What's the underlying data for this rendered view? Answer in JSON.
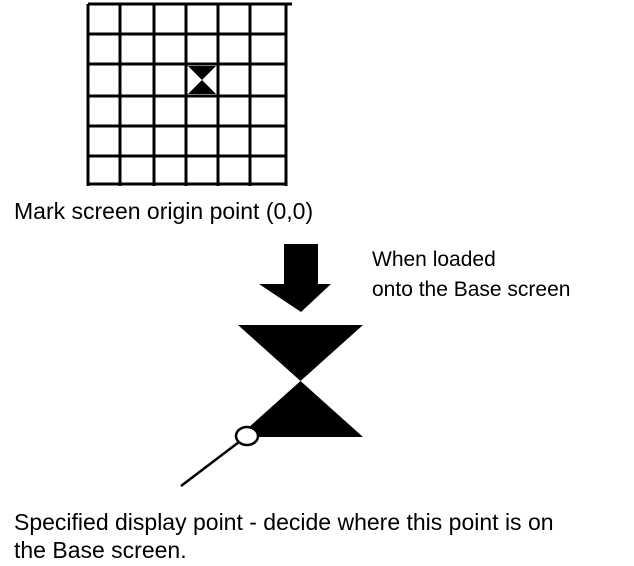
{
  "labels": {
    "origin": "Mark screen origin point (0,0)",
    "loaded_line1": "When loaded",
    "loaded_line2": "onto the Base screen",
    "specified_line1": "Specified display point - decide where this point is on",
    "specified_line2": "the Base screen."
  },
  "grid": {
    "columns": 6,
    "rows": 6,
    "marked_cell": {
      "column": 4,
      "row": 3
    }
  },
  "colors": {
    "foreground": "#000000",
    "background": "#ffffff"
  }
}
